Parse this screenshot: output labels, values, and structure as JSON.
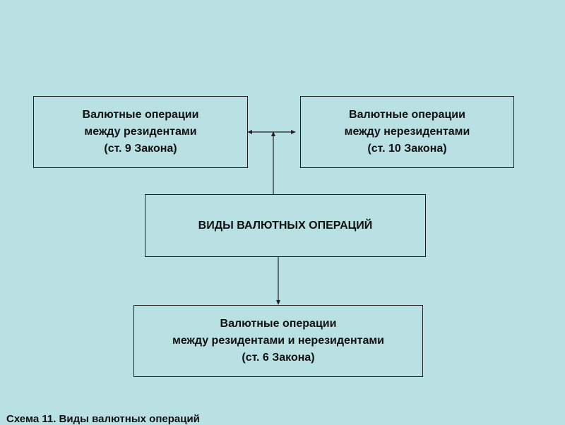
{
  "diagram": {
    "nodes": {
      "residents": {
        "line1": "Валютные операции",
        "line2": "между резидентами",
        "line3": "(ст. 9 Закона)"
      },
      "nonresidents": {
        "line1": "Валютные операции",
        "line2": "между нерезидентами",
        "line3": "(ст. 10 Закона)"
      },
      "center": {
        "label": "ВИДЫ ВАЛЮТНЫХ ОПЕРАЦИЙ"
      },
      "mixed": {
        "line1": "Валютные операции",
        "line2": "между резидентами и нерезидентами",
        "line3": "(ст. 6 Закона)"
      }
    },
    "edges": [
      {
        "from": "center",
        "to": "residents"
      },
      {
        "from": "center",
        "to": "nonresidents"
      },
      {
        "from": "center",
        "to": "mixed"
      }
    ],
    "caption": "Схема 11. Виды валютных операций",
    "colors": {
      "background": "#b9e0e3",
      "stroke": "#222222",
      "text": "#111111"
    }
  }
}
